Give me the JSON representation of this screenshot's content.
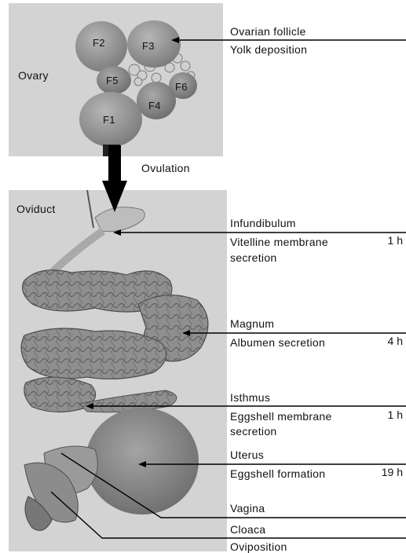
{
  "ovary": {
    "label": "Ovary",
    "follicles": [
      "F1",
      "F2",
      "F3",
      "F4",
      "F5",
      "F6"
    ]
  },
  "transition": {
    "label": "Ovulation"
  },
  "oviduct": {
    "label": "Oviduct"
  },
  "annotations": {
    "ovarian_follicle": "Ovarian follicle",
    "yolk_deposition": "Yolk deposition",
    "infundibulum": "Infundibulum",
    "vitelline": "Vitelline membrane",
    "vitelline_secretion": "secretion",
    "vitelline_time": "1 h",
    "magnum": "Magnum",
    "albumen": "Albumen secretion",
    "albumen_time": "4 h",
    "isthmus": "Isthmus",
    "eggshell_membrane": "Eggshell membrane",
    "eggshell_membrane_secretion": "secretion",
    "eggshell_membrane_time": "1 h",
    "uterus": "Uterus",
    "eggshell_formation": "Eggshell formation",
    "eggshell_formation_time": "19 h",
    "vagina": "Vagina",
    "cloaca": "Cloaca",
    "oviposition": "Oviposition"
  }
}
